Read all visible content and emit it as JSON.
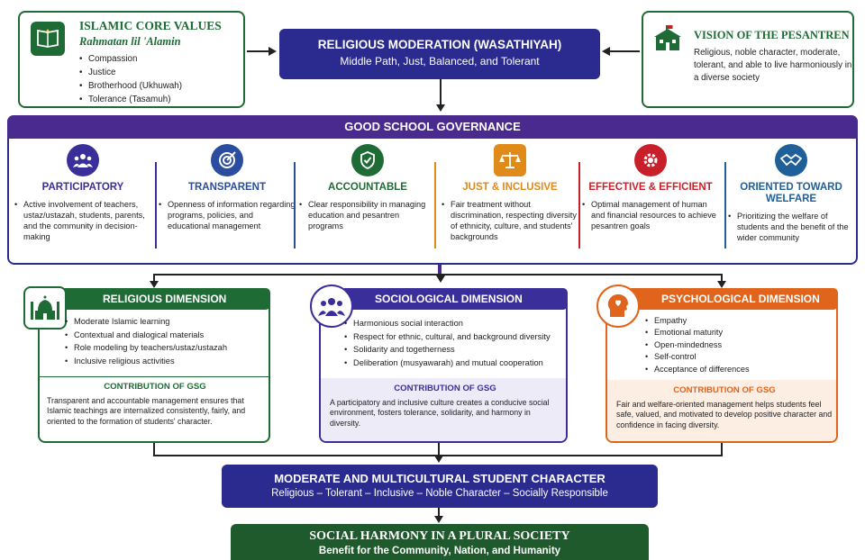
{
  "core_values": {
    "title": "ISLAMIC CORE VALUES",
    "subtitle": "Rahmatan lil 'Alamin",
    "items": [
      "Compassion",
      "Justice",
      "Brotherhood (Ukhuwah)",
      "Tolerance (Tasamuh)"
    ],
    "icon": "quran-icon"
  },
  "moderation": {
    "title": "RELIGIOUS MODERATION (WASATHIYAH)",
    "subtitle": "Middle Path, Just, Balanced, and Tolerant"
  },
  "vision": {
    "title": "VISION OF THE PESANTREN",
    "text": "Religious, noble character, moderate, tolerant, and able to live harmoniously in a diverse society",
    "icon": "school-building-icon"
  },
  "governance": {
    "title": "GOOD SCHOOL GOVERNANCE",
    "pillars": [
      {
        "title": "PARTICIPATORY",
        "color": "#3a2f9a",
        "icon": "people-icon",
        "desc": "Active involvement of teachers, ustaz/ustazah, students, parents, and the community in decision-making"
      },
      {
        "title": "TRANSPARENT",
        "color": "#2b4da0",
        "icon": "target-icon",
        "desc": "Openness of information regarding programs, policies, and educational management"
      },
      {
        "title": "ACCOUNTABLE",
        "color": "#1f6b35",
        "icon": "shield-check-icon",
        "desc": "Clear responsibility in managing education and pesantren programs"
      },
      {
        "title": "JUST & INCLUSIVE",
        "color": "#e08a1a",
        "icon": "scales-icon",
        "desc": "Fair treatment without discrimination, respecting diversity of ethnicity, culture, and students' backgrounds"
      },
      {
        "title": "EFFECTIVE & EFFICIENT",
        "color": "#c8202a",
        "icon": "gear-icon",
        "desc": "Optimal management of human and financial resources to achieve pesantren goals"
      },
      {
        "title": "ORIENTED TOWARD WELFARE",
        "color": "#1f5f9a",
        "icon": "handshake-icon",
        "desc": "Prioritizing the welfare of students and the benefit of the wider community"
      }
    ]
  },
  "dimensions": [
    {
      "title": "RELIGIOUS DIMENSION",
      "color": "#1f6b35",
      "icon": "mosque-icon",
      "items": [
        "Moderate Islamic learning",
        "Contextual and dialogical materials",
        "Role modeling by teachers/ustaz/ustazah",
        "Inclusive religious activities"
      ],
      "contrib_title": "CONTRIBUTION OF GSG",
      "contrib_text": "Transparent and accountable management ensures that Islamic teachings are internalized consistently, fairly, and oriented to the formation of students' character."
    },
    {
      "title": "SOCIOLOGICAL DIMENSION",
      "color": "#3a2f9a",
      "icon": "group-icon",
      "items": [
        "Harmonious social interaction",
        "Respect for ethnic, cultural, and background diversity",
        "Solidarity and togetherness",
        "Deliberation (musyawarah) and mutual cooperation"
      ],
      "contrib_title": "CONTRIBUTION OF GSG",
      "contrib_text": "A participatory and inclusive culture creates a conducive social environment, fosters tolerance, solidarity, and harmony in diversity."
    },
    {
      "title": "PSYCHOLOGICAL DIMENSION",
      "color": "#e0641c",
      "icon": "head-heart-icon",
      "items": [
        "Empathy",
        "Emotional maturity",
        "Open-mindedness",
        "Self-control",
        "Acceptance of differences"
      ],
      "contrib_title": "CONTRIBUTION OF GSG",
      "contrib_text": "Fair and welfare-oriented management helps students feel safe, valued, and motivated to develop positive character and confidence in facing diversity."
    }
  ],
  "student_character": {
    "title": "MODERATE AND MULTICULTURAL STUDENT CHARACTER",
    "subtitle": "Religious – Tolerant – Inclusive – Noble Character – Socially Responsible"
  },
  "harmony": {
    "title": "SOCIAL HARMONY IN A PLURAL SOCIETY",
    "subtitle": "Benefit for the Community, Nation, and Humanity"
  }
}
